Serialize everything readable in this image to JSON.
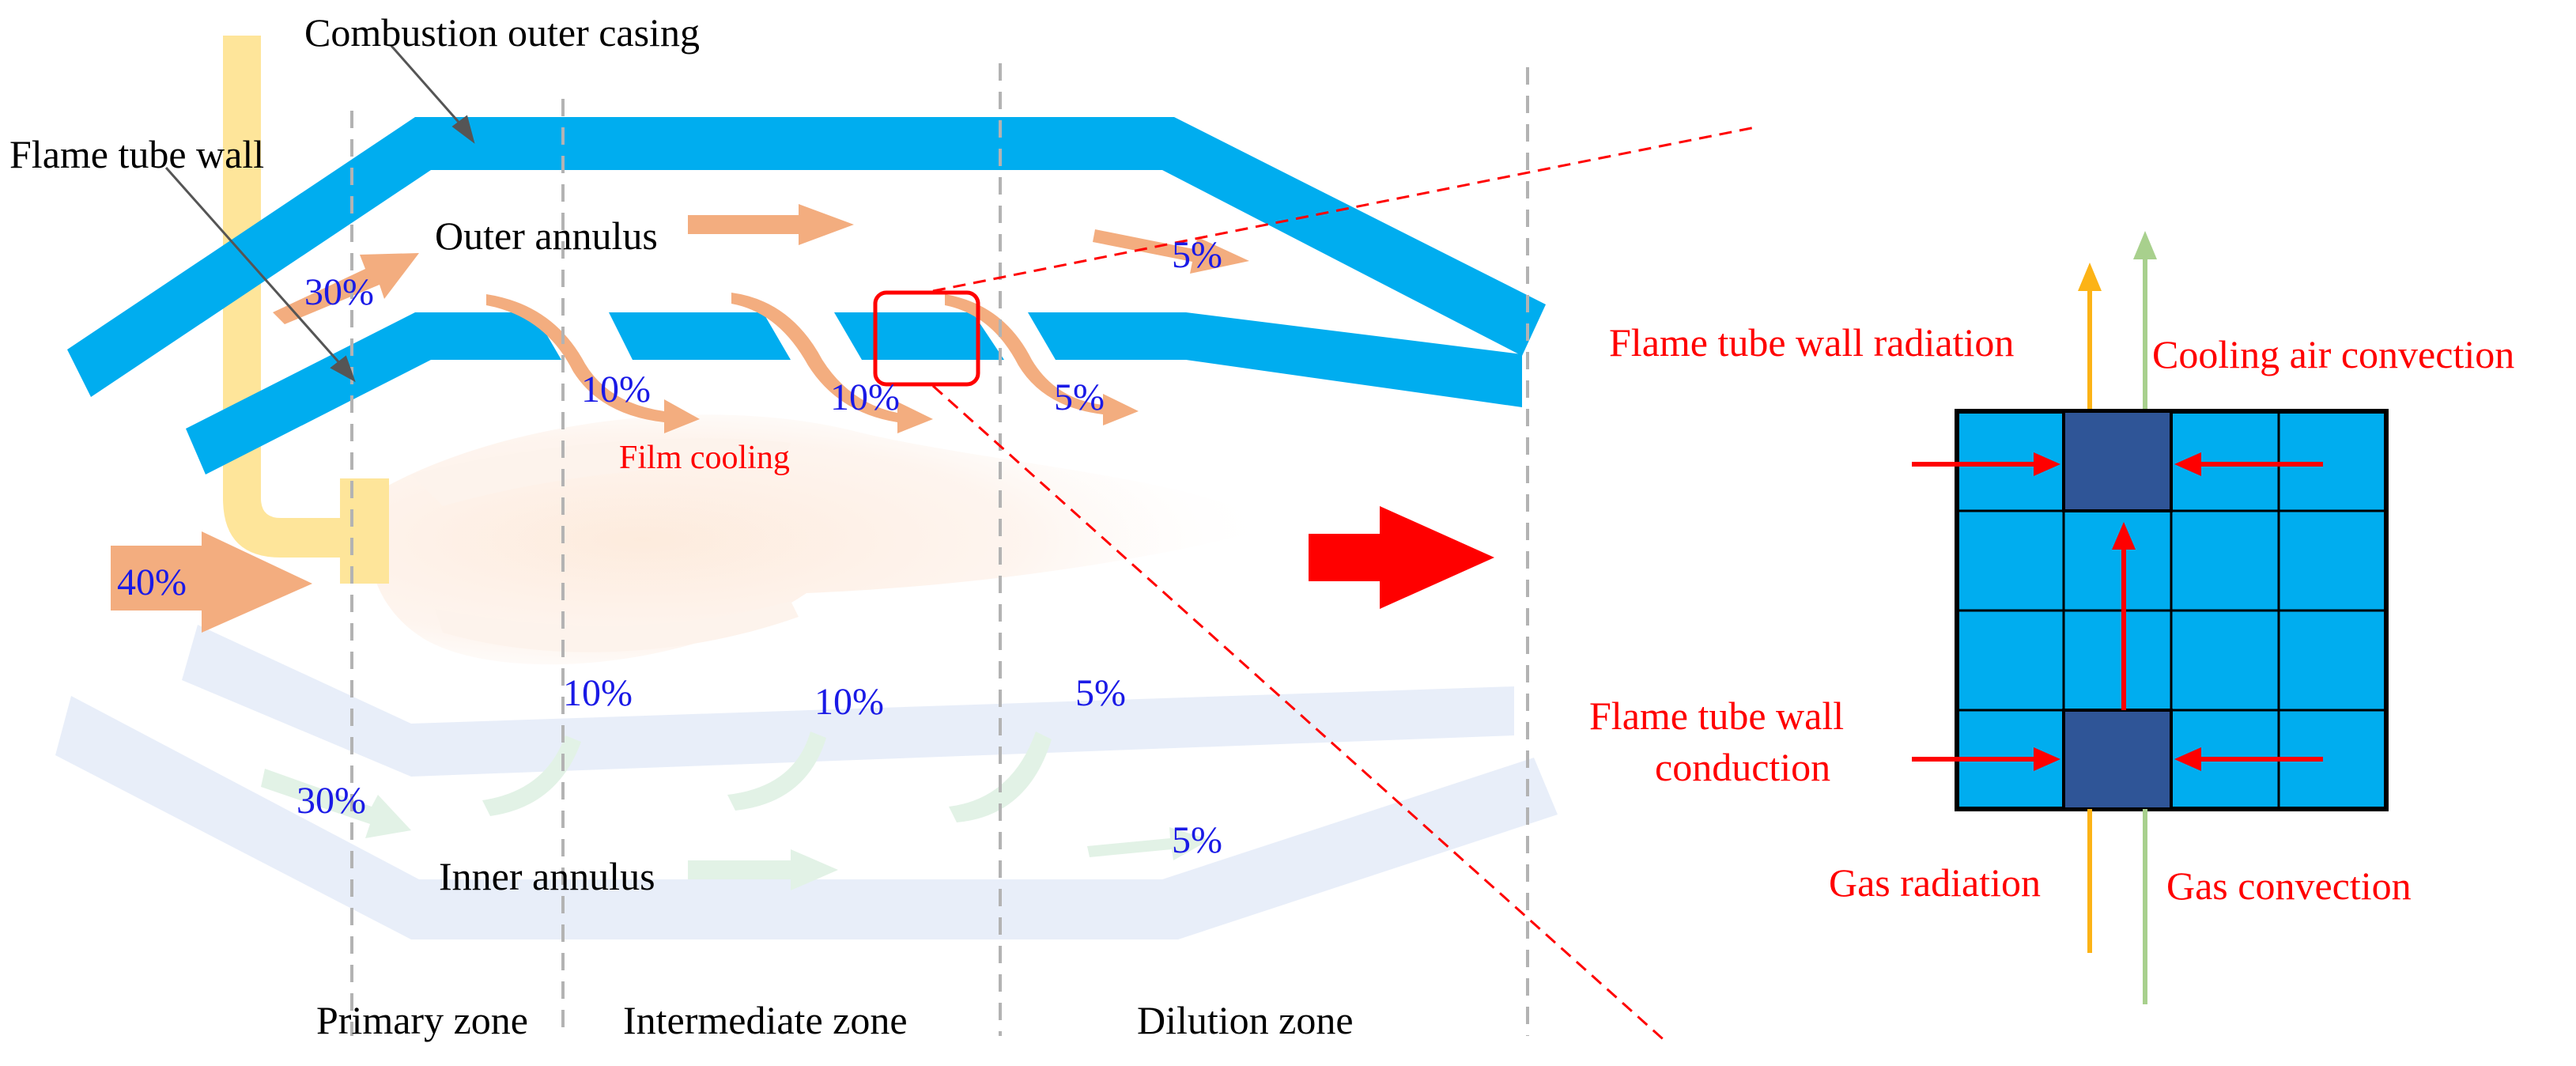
{
  "labels": {
    "combustion_outer_casing": "Combustion outer casing",
    "flame_tube_wall": "Flame tube wall",
    "outer_annulus": "Outer annulus",
    "inner_annulus": "Inner annulus",
    "film_cooling": "Film cooling",
    "primary_zone": "Primary zone",
    "intermediate_zone": "Intermediate zone",
    "dilution_zone": "Dilution zone"
  },
  "percentages": {
    "inlet": "40%",
    "outer_primary": "30%",
    "outer_film_1": "10%",
    "outer_film_2": "10%",
    "outer_film_3": "5%",
    "outer_dilution": "5%",
    "inner_primary": "30%",
    "inner_film_1": "10%",
    "inner_film_2": "10%",
    "inner_film_3": "5%",
    "inner_dilution": "5%"
  },
  "heat_transfer": {
    "flame_tube_wall_radiation": "Flame tube wall radiation",
    "cooling_air_convection": "Cooling air convection",
    "flame_tube_wall_conduction_line1": "Flame tube wall",
    "flame_tube_wall_conduction_line2": "conduction",
    "gas_radiation": "Gas radiation",
    "gas_convection": "Gas convection"
  },
  "colors": {
    "casing_blue": "#00adef",
    "faded_wall": "#e8eef9",
    "airflow_orange": "#f3ad7f",
    "fuel_yellow": "#fee59a",
    "heat_red": "#ff0000",
    "radiation_yellow": "#fcb316",
    "convection_green": "#a8d08d",
    "cell_dark": "#2f5597",
    "percent_blue": "#1a1ae6"
  }
}
